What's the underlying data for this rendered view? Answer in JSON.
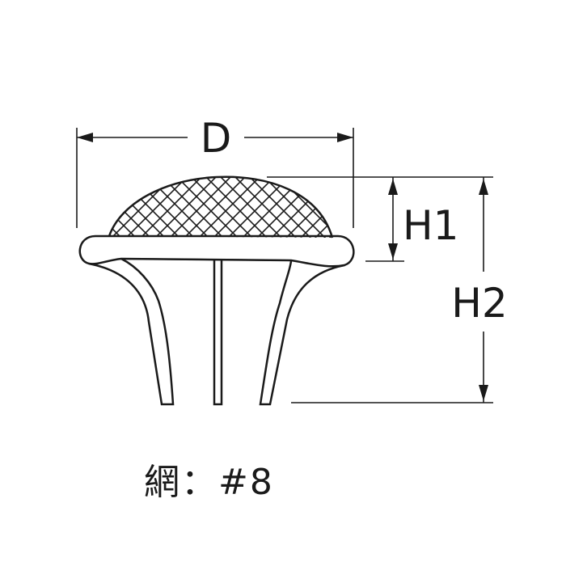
{
  "labels": {
    "diameter": "D",
    "height_1": "H1",
    "height_2": "H2"
  },
  "caption": {
    "prefix": "網",
    "separator": "：",
    "value": "#8"
  },
  "colors": {
    "ink": "#1a1a1a",
    "background": "#ffffff"
  }
}
